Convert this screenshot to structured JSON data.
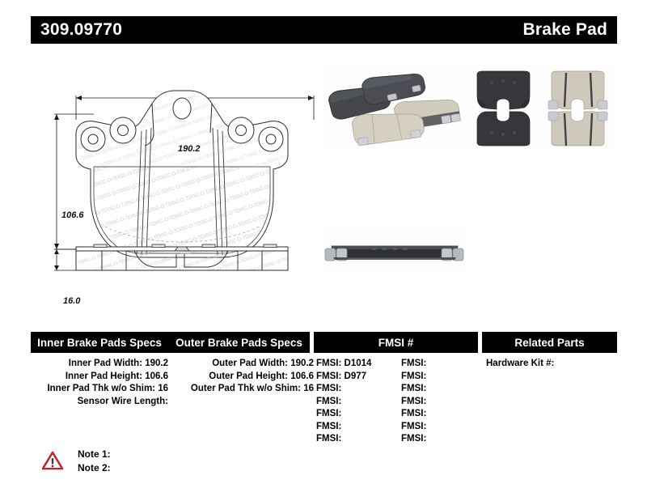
{
  "header": {
    "part_number": "309.09770",
    "title": "Brake Pad"
  },
  "drawing": {
    "width_dim": "190.2",
    "height_dim": "106.6",
    "thickness_dim": "16.0",
    "watermark_text": "DISC-O-TECH"
  },
  "photos": {
    "top_left_caption": "brake-pads-angled-set-photo",
    "top_right_caption": "brake-pads-front-back-grid-photo",
    "edge_caption": "brake-pad-edge-profile-photo"
  },
  "table": {
    "headers": {
      "inner": "Inner Brake Pads Specs",
      "outer": "Outer Brake Pads Specs",
      "fmsi": "FMSI #",
      "related": "Related Parts"
    },
    "inner_specs": [
      {
        "label": "Inner Pad Width:",
        "value": "190.2"
      },
      {
        "label": "Inner Pad Height:",
        "value": "106.6"
      },
      {
        "label": "Inner Pad Thk w/o Shim:",
        "value": "16"
      },
      {
        "label": "Sensor Wire Length:",
        "value": ""
      }
    ],
    "outer_specs": [
      {
        "label": "Outer Pad Width:",
        "value": "190.2"
      },
      {
        "label": "Outer Pad Height:",
        "value": "106.6"
      },
      {
        "label": "Outer Pad Thk w/o Shim:",
        "value": "16"
      }
    ],
    "fmsi_col_a": [
      {
        "label": "FMSI:",
        "value": "D1014"
      },
      {
        "label": "FMSI:",
        "value": "D977"
      },
      {
        "label": "FMSI:",
        "value": ""
      },
      {
        "label": "FMSI:",
        "value": ""
      },
      {
        "label": "FMSI:",
        "value": ""
      },
      {
        "label": "FMSI:",
        "value": ""
      },
      {
        "label": "FMSI:",
        "value": ""
      }
    ],
    "fmsi_col_b": [
      {
        "label": "FMSI:",
        "value": ""
      },
      {
        "label": "FMSI:",
        "value": ""
      },
      {
        "label": "FMSI:",
        "value": ""
      },
      {
        "label": "FMSI:",
        "value": ""
      },
      {
        "label": "FMSI:",
        "value": ""
      },
      {
        "label": "FMSI:",
        "value": ""
      },
      {
        "label": "FMSI:",
        "value": ""
      }
    ],
    "related_parts": [
      {
        "label": "Hardware Kit #:",
        "value": ""
      }
    ]
  },
  "notes": {
    "icon": "warning-triangle-icon",
    "lines": [
      "Note 1:",
      "Note 2:"
    ]
  },
  "colors": {
    "header_bg": "#000000",
    "header_text": "#ffffff",
    "warning_red": "#c0232a",
    "pad_friction": "#cfc8b8",
    "pad_backing": "#3a3c40"
  }
}
